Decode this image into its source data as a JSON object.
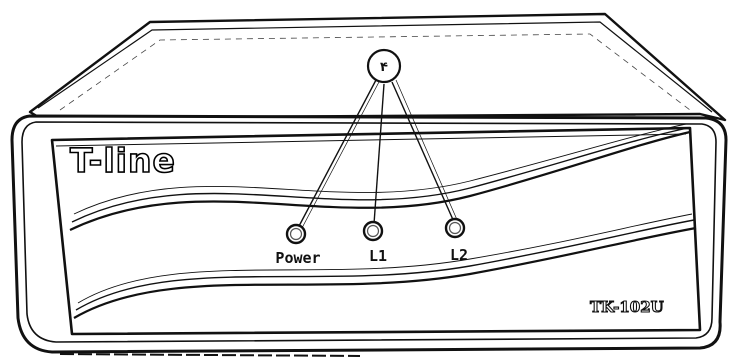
{
  "device": {
    "brand": "T-line",
    "model": "TK-102U"
  },
  "indicators": [
    {
      "id": "power",
      "label": "Power"
    },
    {
      "id": "l1",
      "label": "L1"
    },
    {
      "id": "l2",
      "label": "L2"
    }
  ],
  "callout": {
    "number": "۴"
  }
}
